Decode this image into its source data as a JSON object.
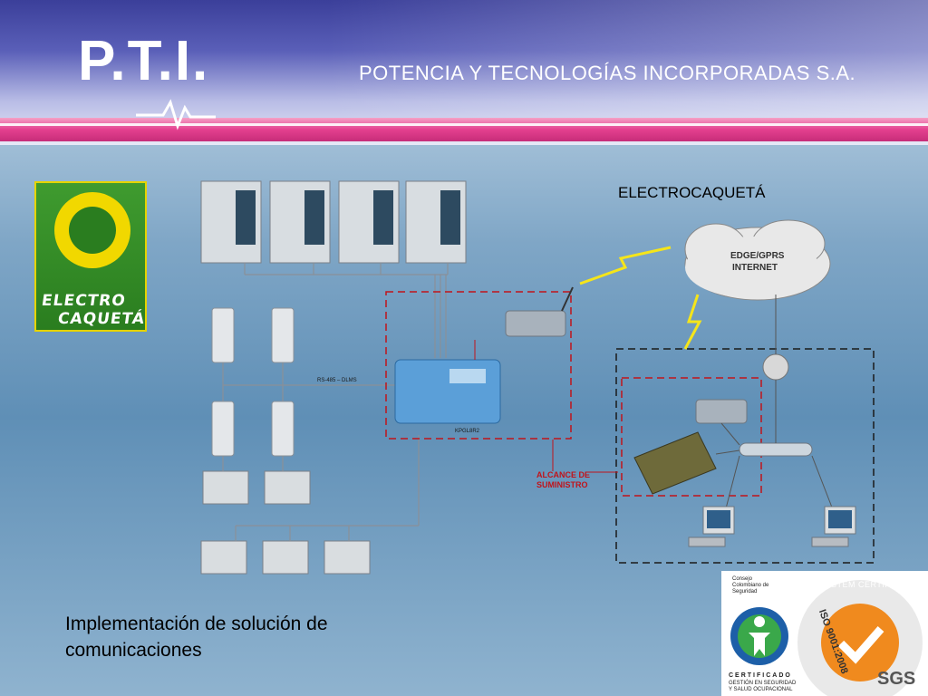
{
  "header": {
    "brand": "P.T.I.",
    "company": "POTENCIA Y TECNOLOGÍAS INCORPORADAS S.A."
  },
  "logo": {
    "line1": "ELECTRO",
    "line2": "CAQUETÁ"
  },
  "client_name": "ELECTROCAQUETÁ",
  "caption": "Implementación de solución de comunicaciones",
  "diagram": {
    "cloud_line1": "EDGE/GPRS",
    "cloud_line2": "INTERNET",
    "scope_label_line1": "ALCANCE DE",
    "scope_label_line2": "SUMINISTRO",
    "concentrator_label": "KPGL8R2",
    "rs485_dlms": "RS-485 – DLMS"
  },
  "certificates": {
    "council_line1": "Consejo",
    "council_line2": "Colombiano de",
    "council_line3": "Seguridad",
    "cert_title": "CERTIFICADO",
    "cert_line1": "GESTIÓN EN SEGURIDAD",
    "cert_line2": "Y SALUD OCUPACIONAL",
    "system_cert": "SYSTEM CERTIFICATION",
    "iso": "ISO 9001:2008",
    "sgs": "SGS"
  },
  "colors": {
    "header_blue": "#3b3f9a",
    "accent_pink": "#e4408f",
    "scope_red": "#c0141b",
    "logo_green": "#2a7d1f",
    "logo_yellow": "#f1d800",
    "sgs_orange": "#f08a1e"
  }
}
